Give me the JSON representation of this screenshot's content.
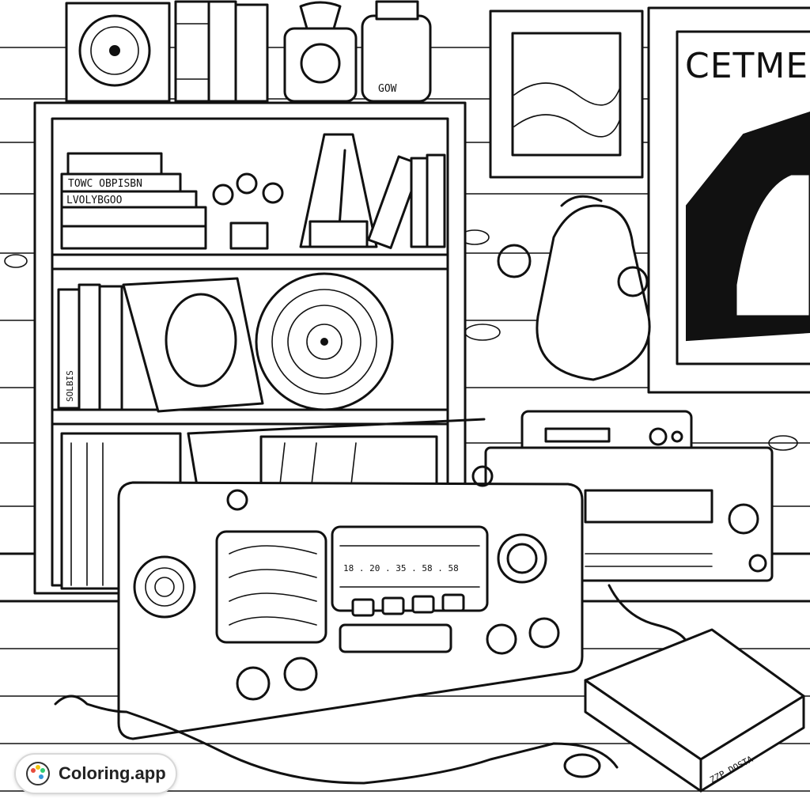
{
  "poster": {
    "title": "CETMEN"
  },
  "book_spines": {
    "top_stack_1": "TOWC OBPISBN",
    "top_stack_2": "LVOLYBGOO",
    "box_label": "GOW",
    "bottom_book": "SOLBIS"
  },
  "radio": {
    "dial_text": "18 . 20 . 35 . 58 . 58"
  },
  "cd_case": {
    "spine_text": "ZZP DOSTA"
  },
  "watermark": {
    "brand": "Coloring.app"
  },
  "colors": {
    "ink": "#111111",
    "paper": "#ffffff"
  }
}
